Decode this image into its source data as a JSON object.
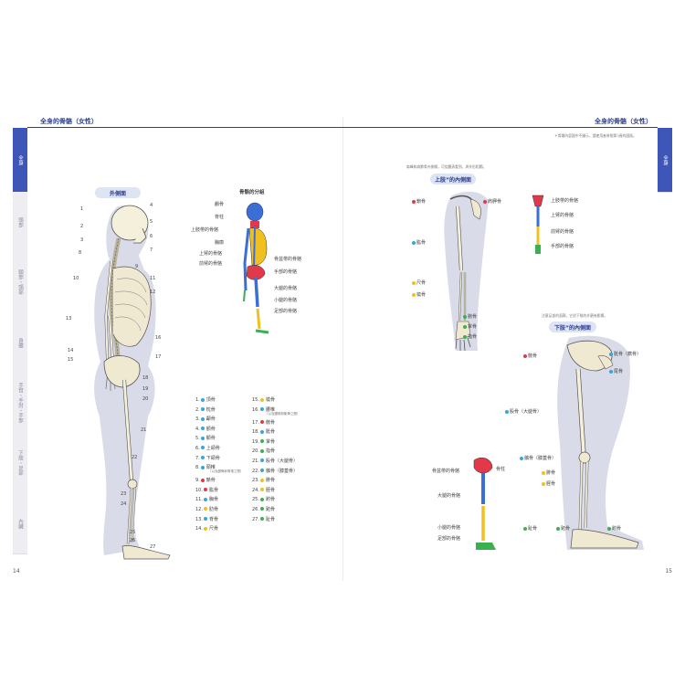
{
  "header": {
    "left_title": "全身的骨骼（女性）",
    "right_title": "全身的骨骼（女性）"
  },
  "right_note": "＊骨骼內容圖中不顯示，請使用者參照第3頁的圖版。",
  "page_numbers": {
    "left": "14",
    "right": "15"
  },
  "tabs_left": [
    {
      "label": "全身",
      "active": true
    },
    {
      "label": "頭部"
    },
    {
      "label": "頸部・頭部"
    },
    {
      "label": "身體"
    },
    {
      "label": "手臂・手肘・手部"
    },
    {
      "label": "下肢・足部"
    },
    {
      "label": "內臟"
    }
  ],
  "tab_right": {
    "label": "全身",
    "active": true
  },
  "outer_view": {
    "title": "外側面",
    "numbers": [
      "1",
      "2",
      "3",
      "4",
      "5",
      "6",
      "7",
      "8",
      "9",
      "10",
      "11",
      "12",
      "13",
      "14",
      "15",
      "16",
      "17",
      "18",
      "19",
      "20",
      "21",
      "22",
      "23",
      "24",
      "25",
      "26",
      "27"
    ]
  },
  "classification": {
    "title": "骨骼的分組",
    "left_labels": [
      "顱骨",
      "脊柱",
      "上肢帶的骨骼",
      "胸廓",
      "上臂的骨骼",
      "前臂的骨骼"
    ],
    "right_labels": [
      "骨盆帶的骨骼",
      "手部的骨骼",
      "大腿的骨骼",
      "小腿的骨骼",
      "足部的骨骼"
    ]
  },
  "legend": {
    "col1": [
      {
        "n": "1.",
        "name": "頂骨",
        "color": "#3aa3d8"
      },
      {
        "n": "2.",
        "name": "枕骨",
        "color": "#3aa3d8"
      },
      {
        "n": "3.",
        "name": "顳骨",
        "color": "#3aa3d8"
      },
      {
        "n": "4.",
        "name": "額骨",
        "color": "#3aa3d8"
      },
      {
        "n": "5.",
        "name": "顴骨",
        "color": "#3aa3d8"
      },
      {
        "n": "6.",
        "name": "上頜骨",
        "color": "#3aa3d8"
      },
      {
        "n": "7.",
        "name": "下頜骨",
        "color": "#3aa3d8"
      },
      {
        "n": "8.",
        "name": "頸椎",
        "color": "#3aa3d8",
        "sub": "（以及顱骨和脊椎之間）"
      },
      {
        "n": "9.",
        "name": "鎖骨",
        "color": "#e03a4a"
      },
      {
        "n": "10.",
        "name": "肱骨",
        "color": "#e03a4a"
      },
      {
        "n": "11.",
        "name": "胸骨",
        "color": "#3aa3d8"
      },
      {
        "n": "12.",
        "name": "肋骨",
        "color": "#f0c020"
      },
      {
        "n": "13.",
        "name": "脊骨",
        "color": "#3aa3d8"
      },
      {
        "n": "14.",
        "name": "尺骨",
        "color": "#f0c020"
      }
    ],
    "col2": [
      {
        "n": "15.",
        "name": "橈骨",
        "color": "#f0c020"
      },
      {
        "n": "16.",
        "name": "腰椎",
        "color": "#3aa3d8",
        "sub": "（以及腰椎和骶骨之間）"
      },
      {
        "n": "17.",
        "name": "髂骨",
        "color": "#e03a4a"
      },
      {
        "n": "18.",
        "name": "骶骨",
        "color": "#3aa3d8"
      },
      {
        "n": "19.",
        "name": "掌骨",
        "color": "#3ab050"
      },
      {
        "n": "20.",
        "name": "指骨",
        "color": "#3ab050"
      },
      {
        "n": "21.",
        "name": "股骨（大腿骨）",
        "color": "#3aa3d8"
      },
      {
        "n": "22.",
        "name": "髕骨（膝蓋骨）",
        "color": "#3aa3d8"
      },
      {
        "n": "23.",
        "name": "腓骨",
        "color": "#f0c020"
      },
      {
        "n": "24.",
        "name": "脛骨",
        "color": "#f0c020"
      },
      {
        "n": "25.",
        "name": "跗骨",
        "color": "#3ab050"
      },
      {
        "n": "26.",
        "name": "跖骨",
        "color": "#3ab050"
      },
      {
        "n": "27.",
        "name": "趾骨",
        "color": "#3ab050"
      }
    ]
  },
  "upper_limb": {
    "note": "肩峰和肩胛骨內側緣，可從體表看到，與外形相關。",
    "title": "上肢”的內側面",
    "labels_left": [
      {
        "name": "鎖骨",
        "color": "#e03a4a"
      },
      {
        "name": "肱骨",
        "color": "#3aa3d8"
      },
      {
        "name": "尺骨",
        "color": "#f0c020"
      },
      {
        "name": "橈骨",
        "color": "#f0c020"
      }
    ],
    "labels_right_top": [
      {
        "name": "肩胛骨",
        "color": "#e03a4a"
      }
    ],
    "labels_right_bottom": [
      {
        "name": "腕骨",
        "color": "#3ab050"
      },
      {
        "name": "掌骨",
        "color": "#3ab050"
      },
      {
        "name": "指骨",
        "color": "#3ab050"
      }
    ],
    "group_labels": [
      "上肢帶的骨骼",
      "上臂的骨骼",
      "前臂的骨骼",
      "手部的骨骼"
    ]
  },
  "lower_limb": {
    "note": "注意足部的面積，它對下肢的外觀有影響。",
    "title": "下肢”的內側面",
    "labels_top_left": [
      {
        "name": "髂骨",
        "color": "#e03a4a"
      }
    ],
    "labels_top_right": [
      {
        "name": "骶骨（薦骨）",
        "color": "#3aa3d8"
      },
      {
        "name": "尾骨",
        "color": "#3aa3d8"
      }
    ],
    "femur_label": {
      "name": "股骨（大腿骨）",
      "color": "#3aa3d8"
    },
    "knee_labels": [
      {
        "name": "髕骨（膝蓋骨）",
        "color": "#3aa3d8"
      },
      {
        "name": "腓骨",
        "color": "#f0c020"
      },
      {
        "name": "脛骨",
        "color": "#f0c020"
      }
    ],
    "foot_labels": [
      {
        "name": "趾骨",
        "color": "#3ab050"
      },
      {
        "name": "跖骨",
        "color": "#3ab050"
      },
      {
        "name": "跗骨",
        "color": "#3ab050"
      }
    ],
    "group_labels": [
      "骨盆帶的骨骼",
      "大腿的骨骼",
      "小腿的骨骼",
      "足部的骨骼"
    ],
    "mini_right": "骨柱"
  }
}
